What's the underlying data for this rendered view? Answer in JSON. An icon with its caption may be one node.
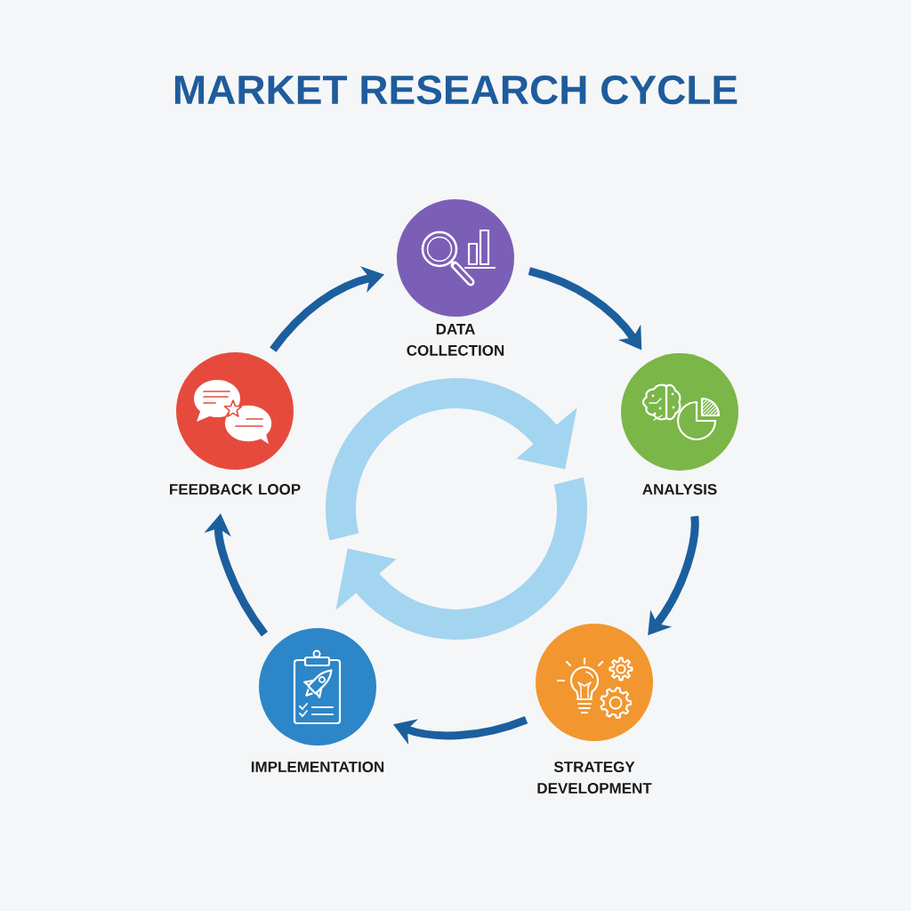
{
  "diagram": {
    "title": "MARKET RESEARCH CYCLE",
    "nodes": [
      {
        "text": [
          "DATA COLLECTION"
        ]
      },
      {
        "text": [
          "ANALYSIS"
        ]
      },
      {
        "text": [
          "STRATEGY DEVELOPMENT"
        ]
      },
      {
        "text": [
          "IMPLEMENTATION"
        ]
      },
      {
        "text": [
          "FEEDBACK LOOP"
        ]
      }
    ],
    "edges": [
      {
        "from": 0,
        "to": 1,
        "arrow": "to"
      },
      {
        "from": 1,
        "to": 2,
        "arrow": "to"
      },
      {
        "from": 2,
        "to": 3,
        "arrow": "to"
      },
      {
        "from": 3,
        "to": 4,
        "arrow": "to"
      },
      {
        "from": 4,
        "to": 0,
        "arrow": "to"
      }
    ]
  }
}
